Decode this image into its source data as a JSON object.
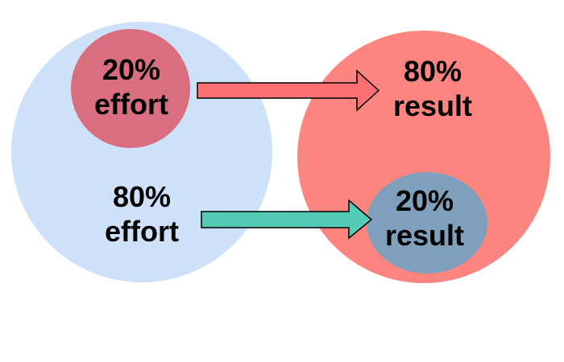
{
  "labels": {
    "small_effort": {
      "line1": "20%",
      "line2": "effort"
    },
    "big_result": {
      "line1": "80%",
      "line2": "result"
    },
    "big_effort": {
      "line1": "80%",
      "line2": "effort"
    },
    "small_result": {
      "line1": "20%",
      "line2": "result"
    }
  },
  "colors": {
    "background": "#FFFFFF",
    "large_effort_circle": "#CDE2F9",
    "small_effort_circle": "#D96F7E",
    "large_result_circle": "#FC8580",
    "small_result_circle": "#7FA0BC",
    "arrow_red_fill": "#FB7173",
    "arrow_teal_fill": "#52CCB5",
    "arrow_outline": "#000000",
    "text": "#000000"
  }
}
